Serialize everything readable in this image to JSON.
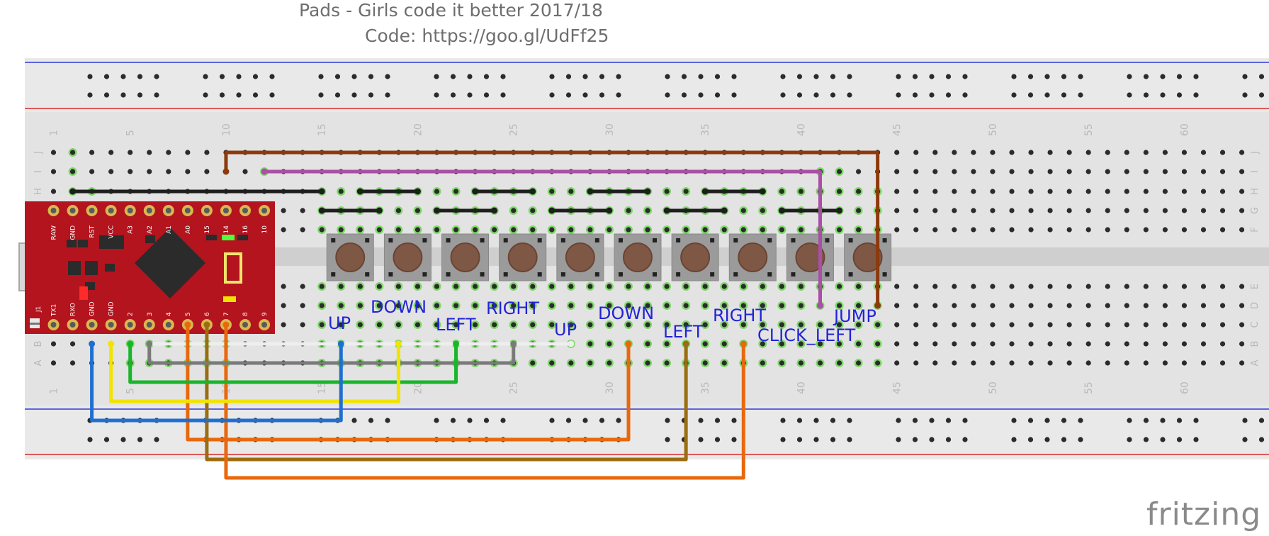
{
  "header": {
    "title": "Pads - Girls code it better 2017/18",
    "code_line": "Code: https://goo.gl/UdFf25"
  },
  "breadboard": {
    "column_numbers": [
      "1",
      "5",
      "10",
      "15",
      "20",
      "25",
      "30",
      "35",
      "40",
      "45",
      "50",
      "55",
      "60"
    ],
    "row_letters_top": [
      "J",
      "I",
      "H",
      "G",
      "F"
    ],
    "row_letters_bottom": [
      "E",
      "D",
      "C",
      "B",
      "A"
    ]
  },
  "microcontroller": {
    "top_pins": [
      "RAW",
      "GND",
      "RST",
      "VCC",
      "A3",
      "A2",
      "A1",
      "A0",
      "15",
      "14",
      "16",
      "10"
    ],
    "bottom_pins": [
      "TX1",
      "RXO",
      "GND",
      "GND",
      "2",
      "3",
      "4",
      "5",
      "6",
      "7",
      "8",
      "9"
    ],
    "corner_label": "J1",
    "board_color": "#b3141e"
  },
  "buttons": {
    "count": 10,
    "labels": [
      "UP",
      "DOWN",
      "LEFT",
      "RIGHT",
      "UP",
      "DOWN",
      "LEFT",
      "RIGHT",
      "CLICK_LEFT",
      "JUMP"
    ]
  },
  "wires": {
    "colors": {
      "blue": "#1f6fd1",
      "yellow": "#f2e400",
      "green": "#19b52a",
      "gray": "#7a7a7a",
      "white": "#eeeeee",
      "orange": "#e8680d",
      "olive": "#9a6d12",
      "brown": "#8c3a0c",
      "purple": "#a94fa6",
      "black": "#1e1e1e"
    }
  },
  "footer": {
    "logo": "fritzing"
  }
}
